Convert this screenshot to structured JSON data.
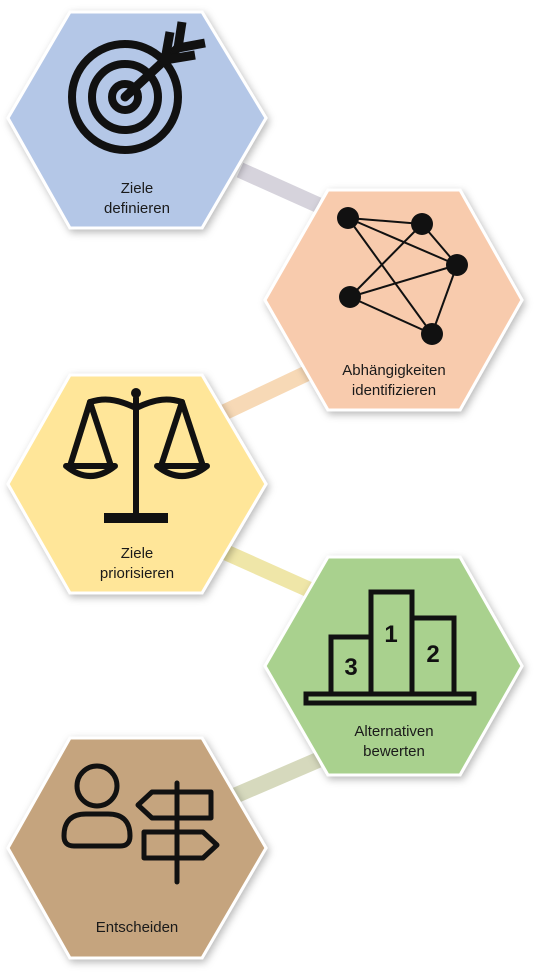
{
  "steps": [
    {
      "label_lines": [
        "Ziele",
        "definieren"
      ],
      "color": "#b4c7e7",
      "icon": "target-icon"
    },
    {
      "label_lines": [
        "Abhängigkeiten",
        "identifizieren"
      ],
      "color": "#f8cbad",
      "icon": "network-icon"
    },
    {
      "label_lines": [
        "Ziele",
        "priorisieren"
      ],
      "color": "#ffe699",
      "icon": "scale-icon"
    },
    {
      "label_lines": [
        "Alternativen",
        "bewerten"
      ],
      "color": "#a9d18e",
      "icon": "podium-icon"
    },
    {
      "label_lines": [
        "Entscheiden"
      ],
      "color": "#c5a47e",
      "icon": "person-signpost-icon"
    }
  ],
  "connector_colors": [
    "#d6d3dc",
    "#f7d9b6",
    "#efe6a8",
    "#d6d9bd"
  ],
  "podium": {
    "first": "1",
    "second": "2",
    "third": "3"
  }
}
